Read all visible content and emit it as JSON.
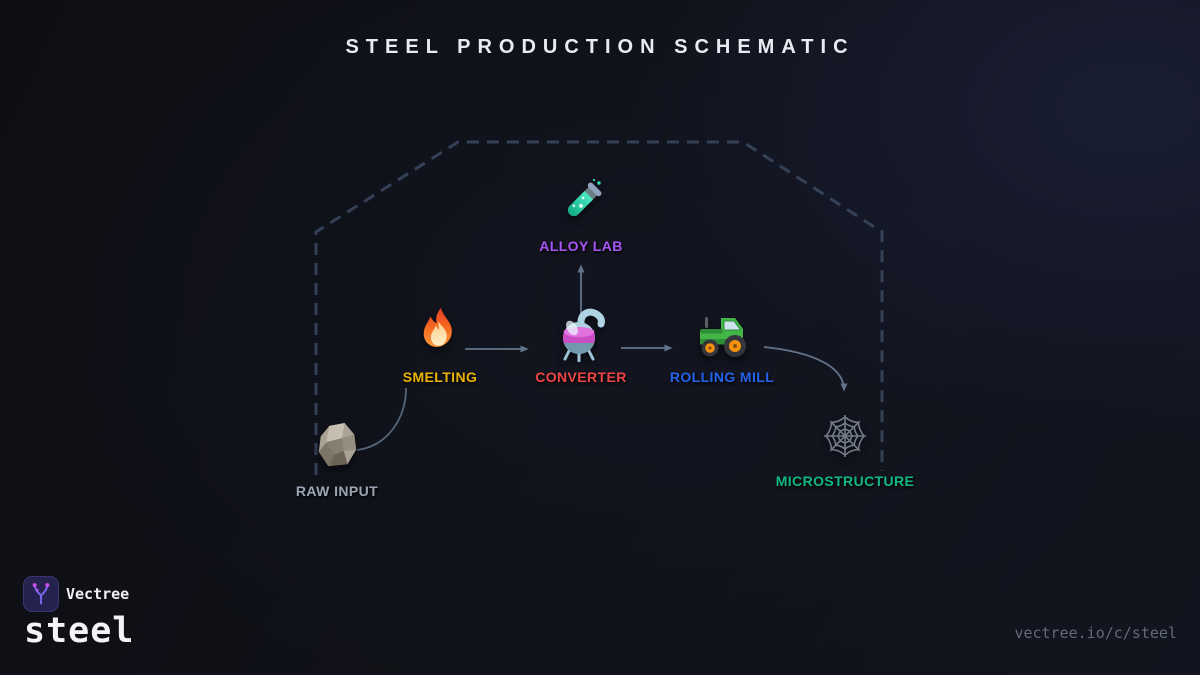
{
  "title": "STEEL PRODUCTION SCHEMATIC",
  "diagram": {
    "nodes": [
      {
        "id": "raw-input",
        "label": "RAW INPUT",
        "color": "#9aa6b5",
        "icon": "rock-icon"
      },
      {
        "id": "smelting",
        "label": "SMELTING",
        "color": "#eab308",
        "icon": "fire-icon"
      },
      {
        "id": "converter",
        "label": "CONVERTER",
        "color": "#ef4444",
        "icon": "alembic-icon"
      },
      {
        "id": "alloy-lab",
        "label": "ALLOY LAB",
        "color": "#a855f7",
        "icon": "test-tube-icon"
      },
      {
        "id": "rolling-mill",
        "label": "ROLLING MILL",
        "color": "#2563eb",
        "icon": "tractor-icon"
      },
      {
        "id": "microstructure",
        "label": "MICROSTRUCTURE",
        "color": "#10b981",
        "icon": "spider-web-icon"
      }
    ],
    "edges": [
      {
        "from": "RAW INPUT",
        "to": "SMELTING",
        "style": "curved-line"
      },
      {
        "from": "SMELTING",
        "to": "CONVERTER",
        "style": "straight-arrow"
      },
      {
        "from": "CONVERTER",
        "to": "ALLOY LAB",
        "style": "straight-arrow-up"
      },
      {
        "from": "CONVERTER",
        "to": "ROLLING MILL",
        "style": "straight-arrow"
      },
      {
        "from": "ROLLING MILL",
        "to": "MICROSTRUCTURE",
        "style": "curved-arrow"
      }
    ],
    "colors": {
      "hull": "#36435a",
      "arrow": "#64748b"
    }
  },
  "footer": {
    "brand": "Vectree",
    "logo": "vectree-logo",
    "chart_name": "steel",
    "watermark": "vectree.io/c/steel"
  }
}
